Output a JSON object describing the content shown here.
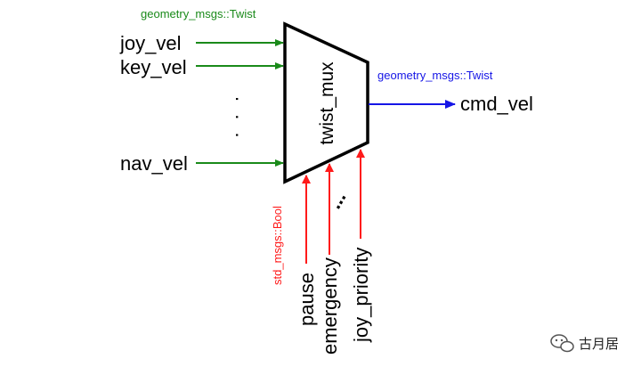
{
  "colors": {
    "input": "#1a8a1a",
    "output": "#1515e6",
    "lock": "#ff1a1a",
    "text": "#000000"
  },
  "diagram": {
    "block_label": "twist_mux",
    "input_type_label": "geometry_msgs::Twist",
    "output_type_label": "geometry_msgs::Twist",
    "lock_type_label": "std_msgs::Bool",
    "inputs": [
      "joy_vel",
      "key_vel",
      "nav_vel"
    ],
    "inputs_ellipsis": ". . .",
    "output": "cmd_vel",
    "locks": [
      "pause",
      "emergency",
      "joy_priority"
    ],
    "locks_ellipsis": "..."
  },
  "watermark": {
    "icon": "wechat-bubble-icon",
    "text": "古月居"
  }
}
